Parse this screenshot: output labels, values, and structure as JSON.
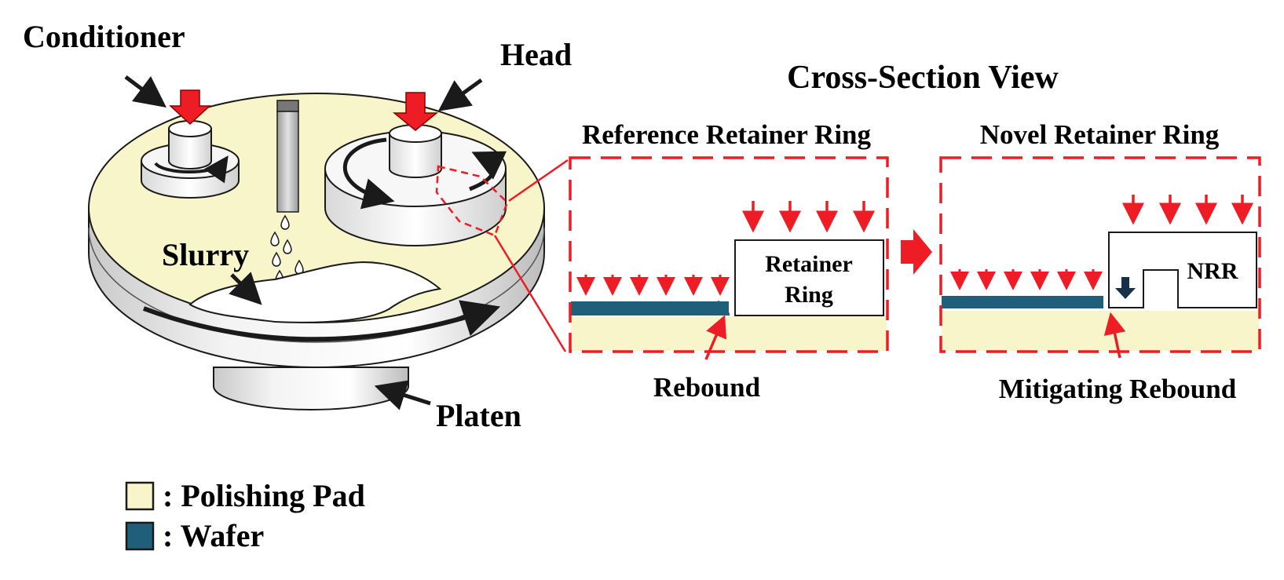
{
  "labels": {
    "conditioner": "Conditioner",
    "head": "Head",
    "slurry": "Slurry",
    "platen": "Platen",
    "cross_section_title": "Cross-Section View",
    "reference_title": "Reference Retainer Ring",
    "novel_title": "Novel Retainer Ring",
    "retainer_ring_line1": "Retainer",
    "retainer_ring_line2": "Ring",
    "nrr": "NRR",
    "rebound": "Rebound",
    "mitigating_rebound": "Mitigating Rebound"
  },
  "legend": [
    {
      "label": ": Polishing Pad",
      "color": "#f7f5c9"
    },
    {
      "label": ": Wafer",
      "color": "#1f5f7a"
    }
  ],
  "colors": {
    "pad": "#f7f5c9",
    "wafer": "#1f5f7a",
    "accent_red": "#ee1c25",
    "dark": "#1a1a1a",
    "nrr_arrow": "#17304a"
  }
}
